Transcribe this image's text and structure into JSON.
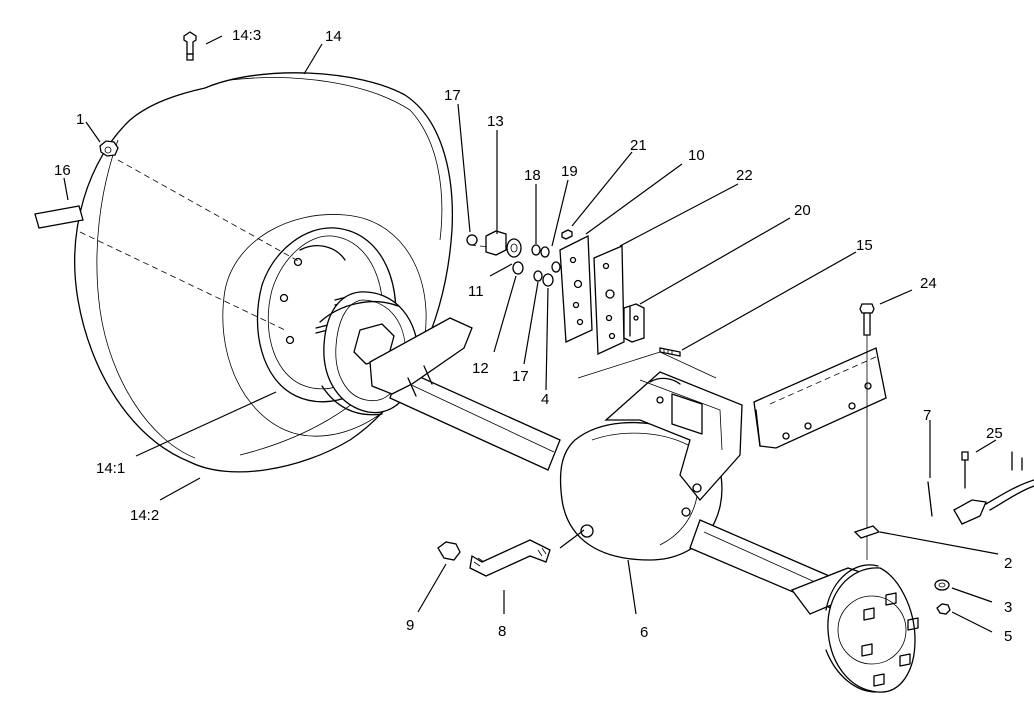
{
  "callouts": [
    {
      "id": "c1",
      "text": "1"
    },
    {
      "id": "c2",
      "text": "2"
    },
    {
      "id": "c3",
      "text": "3"
    },
    {
      "id": "c4",
      "text": "4"
    },
    {
      "id": "c5",
      "text": "5"
    },
    {
      "id": "c6",
      "text": "6"
    },
    {
      "id": "c7",
      "text": "7"
    },
    {
      "id": "c8",
      "text": "8"
    },
    {
      "id": "c9",
      "text": "9"
    },
    {
      "id": "c10",
      "text": "10"
    },
    {
      "id": "c11",
      "text": "11"
    },
    {
      "id": "c12",
      "text": "12"
    },
    {
      "id": "c13",
      "text": "13"
    },
    {
      "id": "c14",
      "text": "14"
    },
    {
      "id": "c14_1",
      "text": "14:1"
    },
    {
      "id": "c14_2",
      "text": "14:2"
    },
    {
      "id": "c14_3",
      "text": "14:3"
    },
    {
      "id": "c15",
      "text": "15"
    },
    {
      "id": "c16",
      "text": "16"
    },
    {
      "id": "c17a",
      "text": "17"
    },
    {
      "id": "c17b",
      "text": "17"
    },
    {
      "id": "c18",
      "text": "18"
    },
    {
      "id": "c19",
      "text": "19"
    },
    {
      "id": "c20",
      "text": "20"
    },
    {
      "id": "c21",
      "text": "21"
    },
    {
      "id": "c22",
      "text": "22"
    },
    {
      "id": "c24",
      "text": "24"
    },
    {
      "id": "c25",
      "text": "25"
    }
  ]
}
